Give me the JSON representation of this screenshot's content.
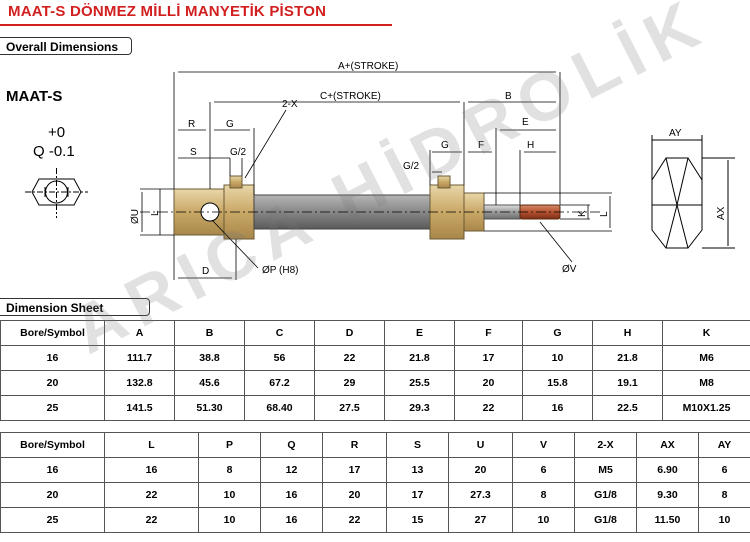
{
  "title": "MAAT-S DÖNMEZ MİLLİ MANYETİK PİSTON",
  "sections": {
    "overall": "Overall Dimensions",
    "sheet": "Dimension Sheet"
  },
  "drawing": {
    "model": "MAAT-S",
    "tol_plus": "+0",
    "tol_minus": "Q -0.1",
    "labels": {
      "a": "A+(STROKE)",
      "c": "C+(STROKE)",
      "b": "B",
      "r": "R",
      "g1": "G",
      "twox": "2-X",
      "s": "S",
      "g2half1": "G/2",
      "g2": "G",
      "e": "E",
      "f": "F",
      "h": "H",
      "g2half2": "G/2",
      "ou": "ØU",
      "l1": "L",
      "d": "D",
      "op": "ØP (H8)",
      "k": "K",
      "l2": "L",
      "ov": "ØV",
      "ay": "AY",
      "ax": "AX"
    }
  },
  "table1": {
    "headers": [
      "Bore/Symbol",
      "A",
      "B",
      "C",
      "D",
      "E",
      "F",
      "G",
      "H",
      "K"
    ],
    "rows": [
      [
        "16",
        "111.7",
        "38.8",
        "56",
        "22",
        "21.8",
        "17",
        "10",
        "21.8",
        "M6"
      ],
      [
        "20",
        "132.8",
        "45.6",
        "67.2",
        "29",
        "25.5",
        "20",
        "15.8",
        "19.1",
        "M8"
      ],
      [
        "25",
        "141.5",
        "51.30",
        "68.40",
        "27.5",
        "29.3",
        "22",
        "16",
        "22.5",
        "M10X1.25"
      ]
    ]
  },
  "table2": {
    "headers": [
      "Bore/Symbol",
      "L",
      "P",
      "Q",
      "R",
      "S",
      "U",
      "V",
      "2-X",
      "AX",
      "AY"
    ],
    "rows": [
      [
        "16",
        "16",
        "8",
        "12",
        "17",
        "13",
        "20",
        "6",
        "M5",
        "6.90",
        "6"
      ],
      [
        "20",
        "22",
        "10",
        "16",
        "20",
        "17",
        "27.3",
        "8",
        "G1/8",
        "9.30",
        "8"
      ],
      [
        "25",
        "22",
        "10",
        "16",
        "22",
        "15",
        "27",
        "10",
        "G1/8",
        "11.50",
        "10"
      ]
    ]
  },
  "watermark": "ARICA HİDROLİK"
}
